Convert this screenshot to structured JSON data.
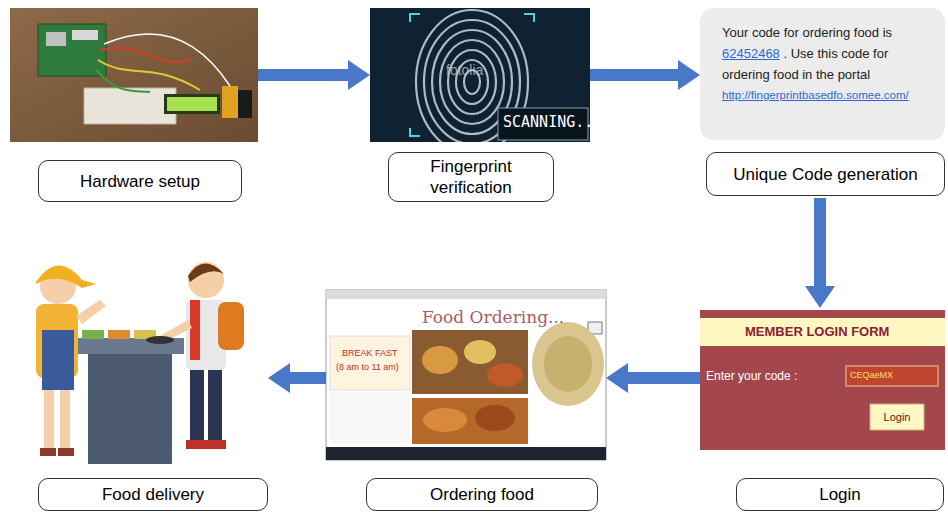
{
  "diagram": {
    "nodes": [
      {
        "text": [
          "Hardware setup"
        ]
      },
      {
        "text": [
          "Fingerprint verification"
        ]
      },
      {
        "text": [
          "Unique Code generation"
        ]
      },
      {
        "text": [
          "Login"
        ]
      },
      {
        "text": [
          "Ordering food"
        ]
      },
      {
        "text": [
          "Food delivery"
        ]
      }
    ],
    "edges": [
      {
        "from": 0,
        "to": 1,
        "arrow": "to"
      },
      {
        "from": 1,
        "to": 2,
        "arrow": "to"
      },
      {
        "from": 2,
        "to": 3,
        "arrow": "to"
      },
      {
        "from": 3,
        "to": 4,
        "arrow": "to"
      },
      {
        "from": 4,
        "to": 5,
        "arrow": "to"
      }
    ],
    "labels": [
      "Your code for ordering food is",
      "62452468",
      ". Use this code for ordering food in the portal",
      "http://fingerprintbasedfo.somee.com/",
      "SCANNING...",
      "fotolia",
      "MEMBER LOGIN FORM",
      "Enter your code :",
      "CEQaeMX",
      "Login",
      "Food Ordering...",
      "BREAK FAST",
      "(8 am to 11 am)"
    ]
  }
}
